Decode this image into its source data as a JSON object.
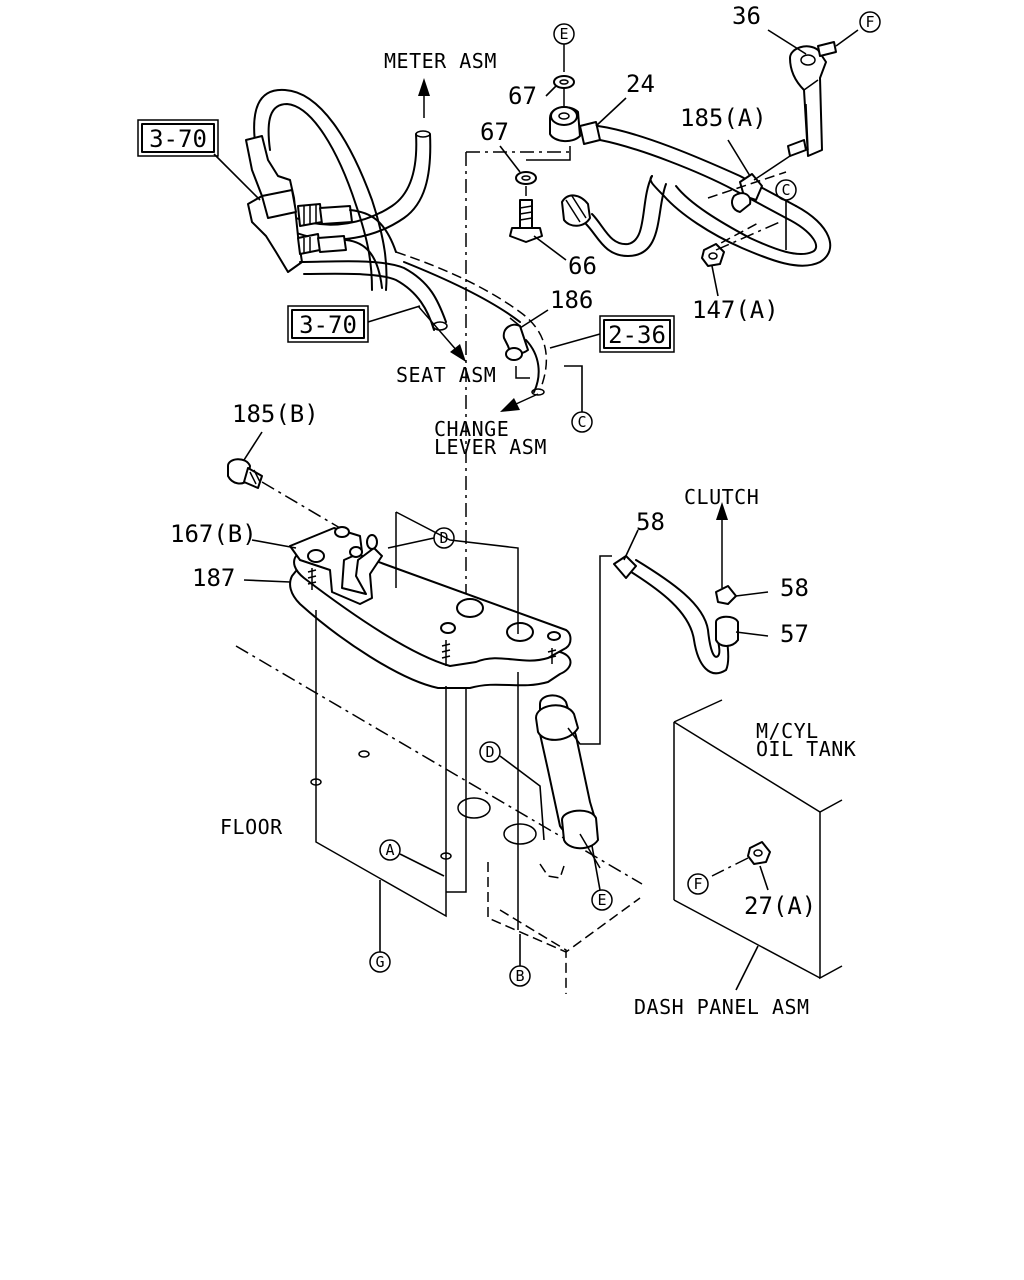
{
  "labels": {
    "meter_asm": "METER ASM",
    "seat_asm": "SEAT ASM",
    "change_lever_1": "CHANGE",
    "change_lever_2": "LEVER ASM",
    "clutch": "CLUTCH",
    "mcyl_1": "M/CYL",
    "mcyl_2": "OIL TANK",
    "floor": "FLOOR",
    "dash_panel": "DASH PANEL ASM"
  },
  "parts": {
    "p36": "36",
    "p67a": "67",
    "p67b": "67",
    "p24": "24",
    "p185a": "185(A)",
    "p66": "66",
    "p147a": "147(A)",
    "p186": "186",
    "p185b": "185(B)",
    "p167b": "167(B)",
    "p187": "187",
    "p58a": "58",
    "p58b": "58",
    "p57": "57",
    "p27a": "27(A)"
  },
  "refs": {
    "r370a": "3-70",
    "r370b": "3-70",
    "r236": "2-36"
  },
  "circles": {
    "E1": "E",
    "F1": "F",
    "C1": "C",
    "C2": "C",
    "D1": "D",
    "D2": "D",
    "A1": "A",
    "G1": "G",
    "E2": "E",
    "F2": "F",
    "B1": "B"
  }
}
